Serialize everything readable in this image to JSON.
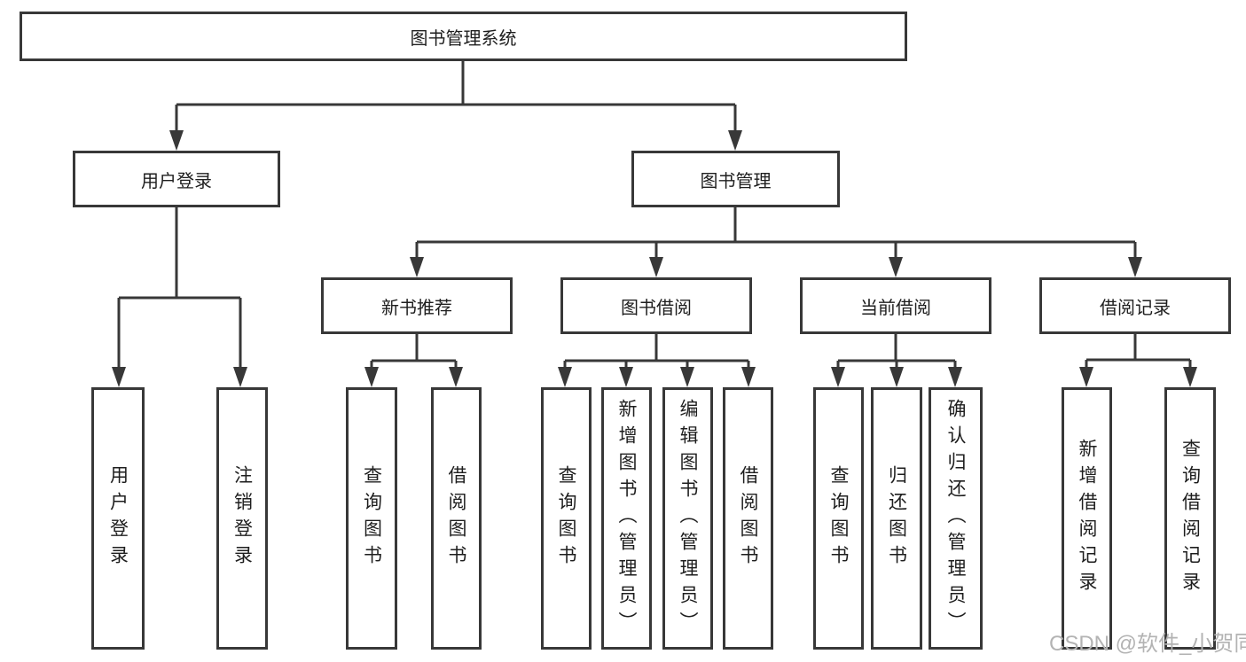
{
  "tree": {
    "label": "图书管理系统",
    "children": [
      {
        "label": "用户登录",
        "children": [
          {
            "label": "用户登录"
          },
          {
            "label": "注销登录"
          }
        ]
      },
      {
        "label": "图书管理",
        "children": [
          {
            "label": "新书推荐",
            "children": [
              {
                "label": "查询图书"
              },
              {
                "label": "借阅图书"
              }
            ]
          },
          {
            "label": "图书借阅",
            "children": [
              {
                "label": "查询图书"
              },
              {
                "label": "新增图书（管理员）"
              },
              {
                "label": "编辑图书（管理员）"
              },
              {
                "label": "借阅图书"
              }
            ]
          },
          {
            "label": "当前借阅",
            "children": [
              {
                "label": "查询图书"
              },
              {
                "label": "归还图书"
              },
              {
                "label": "确认归还（管理员）"
              }
            ]
          },
          {
            "label": "借阅记录",
            "children": [
              {
                "label": "新增借阅记录"
              },
              {
                "label": "查询借阅记录"
              }
            ]
          }
        ]
      }
    ]
  },
  "watermark": "CSDN @软件_小贺同学",
  "colors": {
    "line_color": "#383838",
    "text_color": "#1e1e1e",
    "watermark_color": "#b3b3b3",
    "background_color": "#ffffff"
  }
}
